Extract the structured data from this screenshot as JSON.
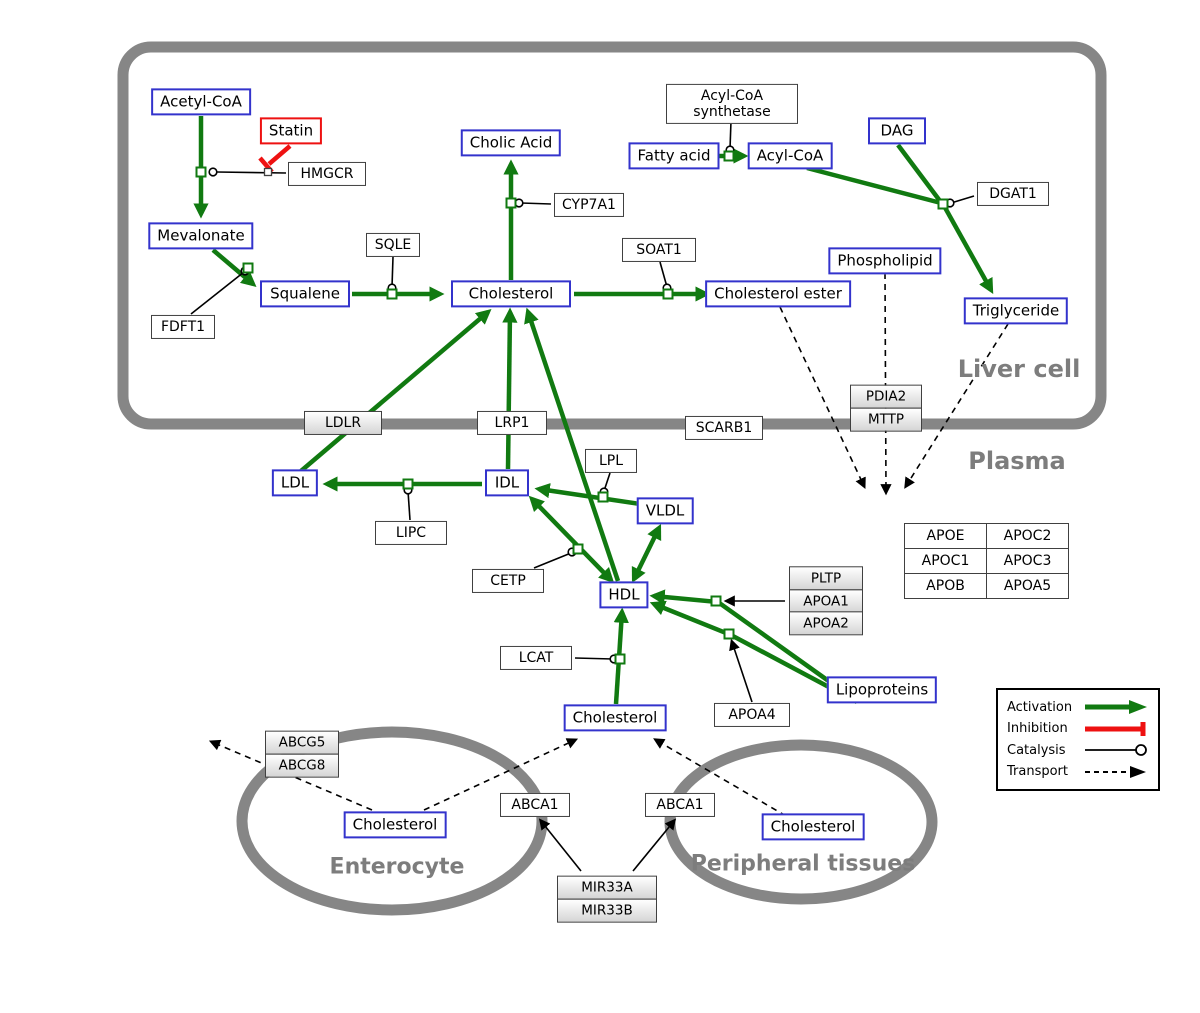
{
  "regions": {
    "liver_cell": "Liver cell",
    "plasma": "Plasma",
    "enterocyte": "Enterocyte",
    "peripheral": "Peripheral tissues"
  },
  "nodes": {
    "acetyl_coa": "Acetyl-CoA",
    "statin": "Statin",
    "hmgcr": "HMGCR",
    "mevalonate": "Mevalonate",
    "fdft1": "FDFT1",
    "squalene": "Squalene",
    "sqle": "SQLE",
    "cholesterol_liver": "Cholesterol",
    "cholic_acid": "Cholic Acid",
    "cyp7a1": "CYP7A1",
    "soat1": "SOAT1",
    "cholesterol_ester": "Cholesterol ester",
    "acyl_coa_synthetase": "Acyl-CoA synthetase",
    "fatty_acid": "Fatty acid",
    "acyl_coa": "Acyl-CoA",
    "dag": "DAG",
    "dgat1": "DGAT1",
    "phospholipid": "Phospholipid",
    "triglyceride": "Triglyceride",
    "ldlr": "LDLR",
    "lrp1": "LRP1",
    "scarb1": "SCARB1",
    "pdia2": "PDIA2",
    "mttp": "MTTP",
    "ldl": "LDL",
    "idl": "IDL",
    "vldl": "VLDL",
    "lipc": "LIPC",
    "lpl": "LPL",
    "cetp": "CETP",
    "hdl": "HDL",
    "lcat": "LCAT",
    "pltp": "PLTP",
    "apoa1": "APOA1",
    "apoa2": "APOA2",
    "apoa4": "APOA4",
    "lipoproteins": "Lipoproteins",
    "cholesterol_plasma": "Cholesterol",
    "abcg5": "ABCG5",
    "abcg8": "ABCG8",
    "cholesterol_enterocyte": "Cholesterol",
    "abca1_left": "ABCA1",
    "abca1_right": "ABCA1",
    "cholesterol_peripheral": "Cholesterol",
    "mir33a": "MIR33A",
    "mir33b": "MIR33B"
  },
  "apo_table": {
    "rows": [
      [
        "APOE",
        "APOC2"
      ],
      [
        "APOC1",
        "APOC3"
      ],
      [
        "APOB",
        "APOA5"
      ]
    ]
  },
  "legend": {
    "activation": "Activation",
    "inhibition": "Inhibition",
    "catalysis": "Catalysis",
    "transport": "Transport"
  },
  "colors": {
    "activation_green": "#117a11",
    "inhibition_red": "#ee1111",
    "node_blue_border": "#3333cc",
    "membrane_gray": "#868686"
  }
}
